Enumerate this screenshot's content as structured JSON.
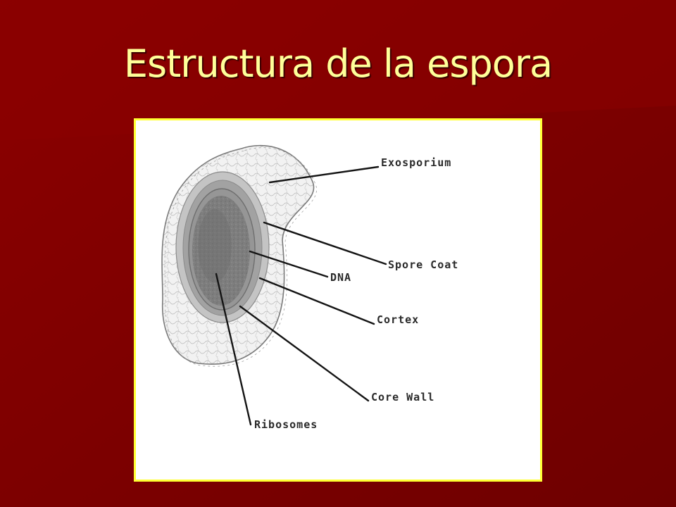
{
  "slide": {
    "title": "Estructura de la espora",
    "colors": {
      "background": "#7a0000",
      "background_highlight": "#8e0000",
      "title": "#ffff99",
      "frame_border": "#ffff33"
    }
  },
  "diagram": {
    "labels": {
      "exosporium": "Exosporium",
      "spore_coat": "Spore Coat",
      "dna": "DNA",
      "cortex": "Cortex",
      "core_wall": "Core Wall",
      "ribosomes": "Ribosomes"
    }
  }
}
